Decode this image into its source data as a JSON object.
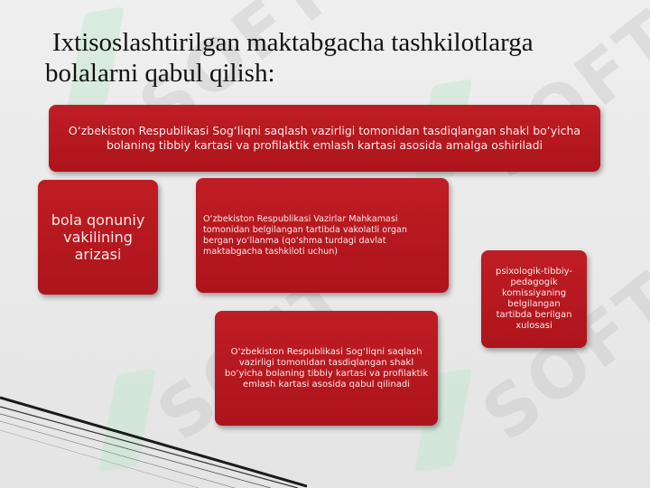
{
  "slide": {
    "title": "Ixtisoslashtirilgan maktabgacha tashkilotlarga bolalarni qabul qilish:"
  },
  "boxes": {
    "top": "O‘zbekiston Respublikasi Sog‘liqni saqlash vazirligi tomonidan tasdiqlangan shakl bo‘yicha bolaning tibbiy kartasi va profilaktik emlash kartasi asosida amalga oshiriladi",
    "left": "bola qonuniy vakilining arizasi",
    "middle": "O‘zbekiston Respublikasi Vazirlar Mahkamasi tomonidan belgilangan tartibda vakolatli organ bergan yo‘llanma (qo‘shma turdagi davlat maktabgacha tashkiloti uchun)",
    "right": "psixologik-tibbiy-pedagogik komissiyaning belgilangan tartibda berilgan xulosasi",
    "bottom": "O‘zbekiston Respublikasi Sog‘liqni saqlash vazirligi tomonidan tasdiqlangan shakl bo‘yicha bolaning tibbiy kartasi va profilaktik emlash kartasi asosida qabul qilinadi"
  },
  "watermark": {
    "text": "SOFT",
    "color": "#c8c8c8",
    "accent": "#bfe6cf"
  },
  "colors": {
    "box_fill": "#b5171e",
    "box_text": "#fbeaea",
    "background": "#ececec"
  }
}
